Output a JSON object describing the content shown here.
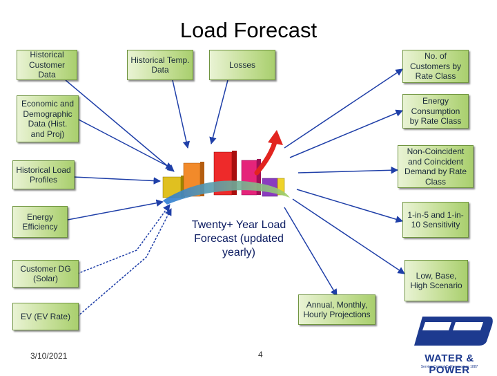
{
  "slide": {
    "title": "Load Forecast",
    "center_label": "Twenty+ Year Load Forecast (updated yearly)",
    "date": "3/10/2021",
    "page_number": "4"
  },
  "inputs": [
    {
      "label": "Historical Customer Data"
    },
    {
      "label": "Historical Temp. Data"
    },
    {
      "label": "Losses"
    },
    {
      "label": "Economic and Demographic Data (Hist. and Proj)"
    },
    {
      "label": "Historical Load Profiles"
    },
    {
      "label": "Energy Efficiency"
    },
    {
      "label": "Customer DG (Solar)"
    },
    {
      "label": "EV (EV Rate)"
    }
  ],
  "outputs": [
    {
      "label": "No. of Customers by Rate Class"
    },
    {
      "label": "Energy Consumption by Rate Class"
    },
    {
      "label": "Non-Coincident and Coincident Demand by Rate Class"
    },
    {
      "label": "1-in-5 and 1-in-10 Sensitivity"
    },
    {
      "label": "Low, Base, High Scenario"
    },
    {
      "label": "Annual, Monthly, Hourly Projections"
    }
  ],
  "logo": {
    "text": "WATER & POWER",
    "tagline": "Serving Central California since 1887"
  },
  "colors": {
    "box": "#c7e09a",
    "arrow": "#1f3fa8",
    "logo": "#1d3a8f"
  }
}
